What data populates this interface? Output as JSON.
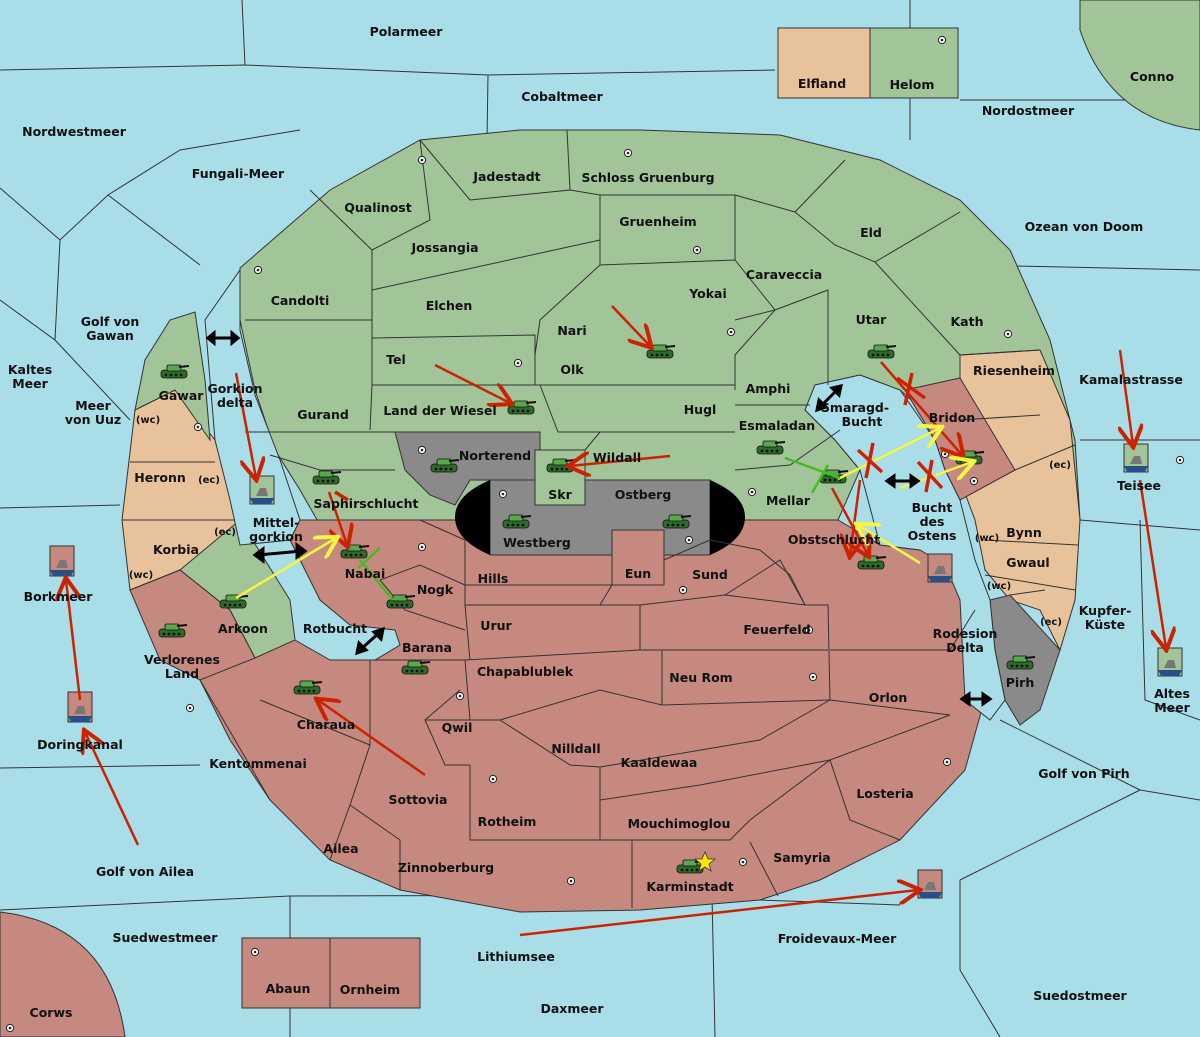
{
  "colors": {
    "sea": "#a9dde8",
    "green_power": "#a2c499",
    "red_power": "#c5897f",
    "neutral_tan": "#e8c29b",
    "impassable": "#8a8a8a",
    "move_arrow": "#cc2200",
    "support_arrow": "#f5f542",
    "convoy_line": "#44bb22"
  },
  "seas": {
    "polarmeer": "Polarmeer",
    "cobaltmeer": "Cobaltmeer",
    "nordwestmeer": "Nordwestmeer",
    "fungali": "Fungali-Meer",
    "nordostmeer": "Nordostmeer",
    "ozean": "Ozean von Doom",
    "conno": "Conno",
    "kaltes_1": "Kaltes",
    "kaltes_2": "Meer",
    "golf_gawan_1": "Golf von",
    "golf_gawan_2": "Gawan",
    "meer_uuz_1": "Meer",
    "meer_uuz_2": "von Uuz",
    "gorkion_1": "Gorkion",
    "gorkion_2": "delta",
    "mittel_1": "Mittel-",
    "mittel_2": "gorkion",
    "rotbucht": "Rotbucht",
    "smaragd_1": "Smaragd-",
    "smaragd_2": "Bucht",
    "bucht_1": "Bucht",
    "bucht_2": "des",
    "bucht_3": "Ostens",
    "kamalastrasse": "Kamalastrasse",
    "kupfer_1": "Kupfer-",
    "kupfer_2": "Küste",
    "rodesion_1": "Rodesion",
    "rodesion_2": "Delta",
    "golf_pirh": "Golf von Pirh",
    "borkmeer": "Borkmeer",
    "doringkanal": "Doringkanal",
    "golf_ailea": "Golf von Ailea",
    "suedwestmeer": "Suedwestmeer",
    "lithiumsee": "Lithiumsee",
    "froidevaux": "Froidevaux-Meer",
    "daxmeer": "Daxmeer",
    "suedostmeer": "Suedostmeer",
    "altes_1": "Altes",
    "altes_2": "Meer"
  },
  "lands": {
    "elfland": "Elfland",
    "helom": "Helom",
    "jadestadt": "Jadestadt",
    "schloss": "Schloss Gruenburg",
    "qualinost": "Qualinost",
    "gruenheim": "Gruenheim",
    "eld": "Eld",
    "jossangia": "Jossangia",
    "caraveccia": "Caraveccia",
    "candolti": "Candolti",
    "elchen": "Elchen",
    "yokai": "Yokai",
    "utar": "Utar",
    "kath": "Kath",
    "nari": "Nari",
    "tel": "Tel",
    "olk": "Olk",
    "riesenheim": "Riesenheim",
    "amphi": "Amphi",
    "gawar": "Gawar",
    "gurand": "Gurand",
    "land_wiesel": "Land der Wiesel",
    "hugl": "Hugl",
    "bridon": "Bridon",
    "esmaladan": "Esmaladan",
    "teisee": "Teisee",
    "heronn": "Heronn",
    "norterend": "Norterend",
    "wildall": "Wildall",
    "skr": "Skr",
    "ostberg": "Ostberg",
    "mellar": "Mellar",
    "saphirschlucht": "Saphirschlucht",
    "westberg": "Westberg",
    "obstschlucht": "Obstschlucht",
    "bynn": "Bynn",
    "korbia": "Korbia",
    "nabai": "Nabai",
    "hills": "Hills",
    "eun": "Eun",
    "sund": "Sund",
    "gwaul": "Gwaul",
    "nogk": "Nogk",
    "arkoon": "Arkoon",
    "urur": "Urur",
    "feuerfeld": "Feuerfeld",
    "verlorenes_1": "Verlorenes",
    "verlorenes_2": "Land",
    "barana": "Barana",
    "chapablublek": "Chapablublek",
    "neu_rom": "Neu Rom",
    "pirh": "Pirh",
    "orlon": "Orlon",
    "charaua": "Charaua",
    "qwil": "Qwil",
    "nilldall": "Nilldall",
    "kaaldewaa": "Kaaldewaa",
    "kentommenai": "Kentommenai",
    "sottovia": "Sottovia",
    "rotheim": "Rotheim",
    "losteria": "Losteria",
    "mouchimoglou": "Mouchimoglou",
    "ailea": "Ailea",
    "zinnoberburg": "Zinnoberburg",
    "samyria": "Samyria",
    "karminstadt": "Karminstadt",
    "abaun": "Abaun",
    "ornheim": "Ornheim",
    "corws": "Corws"
  },
  "coasts": {
    "wc": "(wc)",
    "ec": "(ec)"
  },
  "unit_icons": {
    "army": "tank-icon",
    "fleet": "ship-icon",
    "supply_center": "supply-center-icon",
    "capital": "star-icon",
    "failed_order": "x-mark-icon",
    "passage": "double-arrow-icon"
  }
}
